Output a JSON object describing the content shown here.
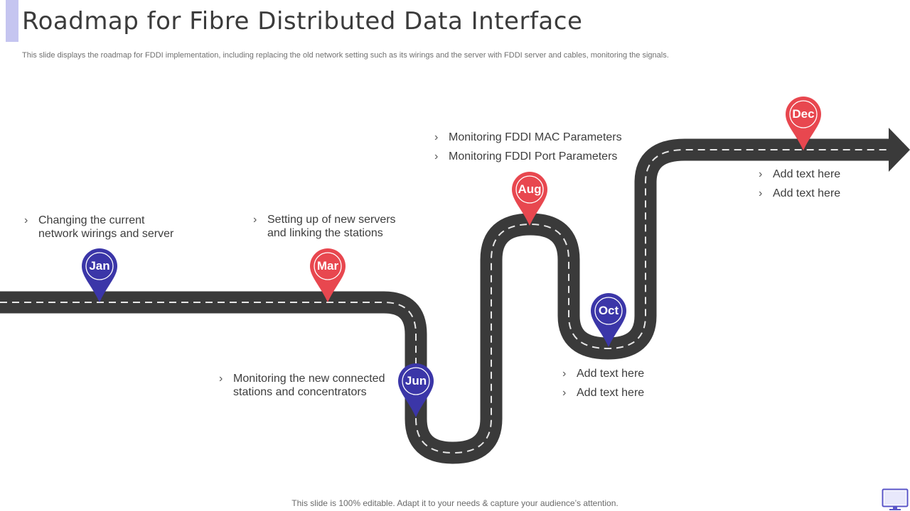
{
  "title": "Roadmap for Fibre Distributed Data Interface",
  "subtitle": "This slide displays the roadmap for FDDI implementation, including replacing the old network setting such as its wirings and the server with FDDI server and cables, monitoring the signals.",
  "colors": {
    "blue": "#3b36a8",
    "red": "#e8474f",
    "road": "#3a3a3a",
    "accent": "#c5c5f0"
  },
  "milestones": [
    {
      "month": "Jan",
      "color": "blue",
      "notes": [
        "Changing the current\nnetwork wirings and server"
      ]
    },
    {
      "month": "Mar",
      "color": "red",
      "notes": [
        "Setting up of  new servers\nand linking the stations"
      ]
    },
    {
      "month": "Jun",
      "color": "blue",
      "notes": [
        "Monitoring the new connected\nstations and concentrators"
      ]
    },
    {
      "month": "Aug",
      "color": "red",
      "notes": [
        "Monitoring FDDI MAC Parameters",
        "Monitoring FDDI Port Parameters"
      ]
    },
    {
      "month": "Oct",
      "color": "blue",
      "notes": [
        "Add text here",
        "Add text here"
      ]
    },
    {
      "month": "Dec",
      "color": "red",
      "notes": [
        "Add text here",
        "Add text here"
      ]
    }
  ],
  "footer": "This slide is 100% editable. Adapt it to your needs & capture your audience’s attention.",
  "icons": {
    "bullet": "chevron-right-icon",
    "corner": "monitor-icon"
  }
}
